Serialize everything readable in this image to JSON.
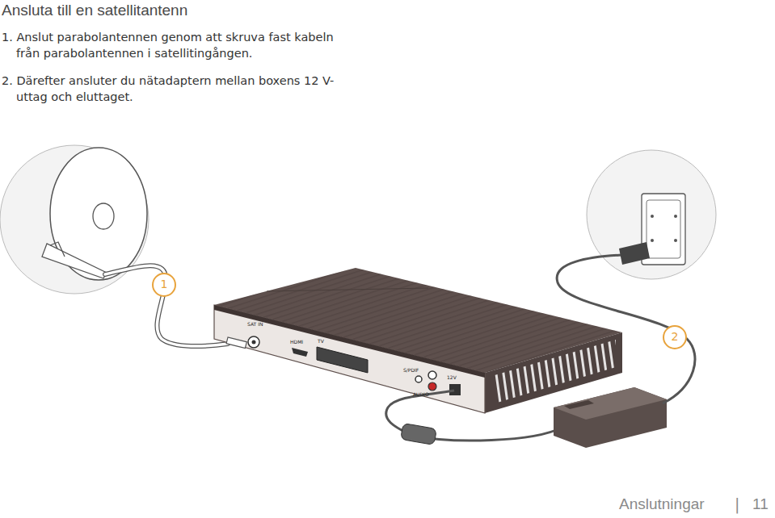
{
  "diagram": {
    "title": "Ansluta till en satellitantenn",
    "labels": [
      "1. Anslut parabolantennen genom att skruva fast kabeln från parabolantennen i satellitingången.",
      "2. Därefter ansluter du nätadaptern mellan boxens 12 V-uttag och eluttaget.",
      "1",
      "2",
      "SAT IN",
      "HDMI",
      "TV",
      "S/PDIF",
      "AUDIO",
      "12V",
      "Anslutningar",
      "|",
      "11"
    ]
  }
}
